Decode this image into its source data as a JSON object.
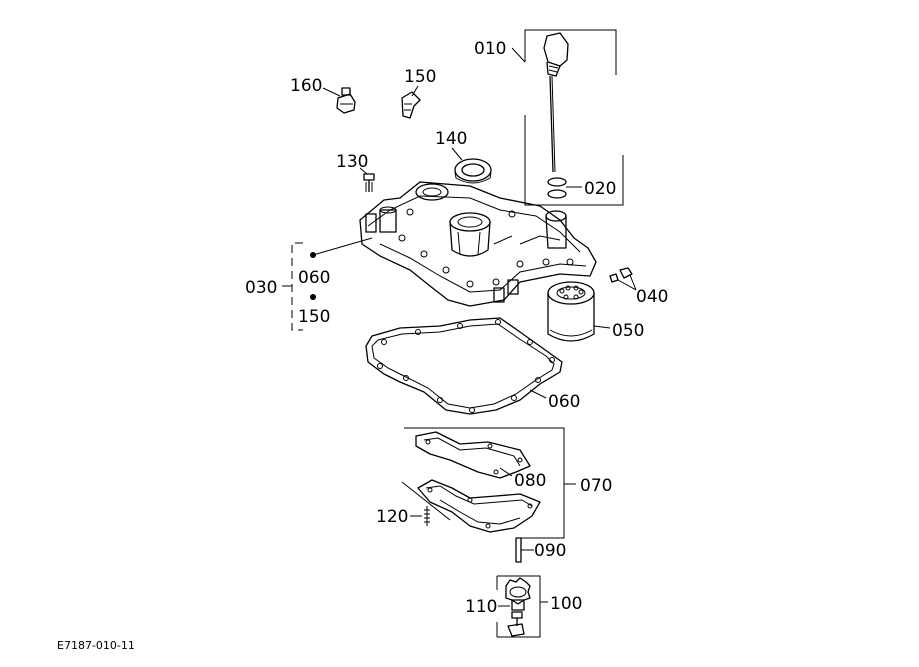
{
  "diagram": {
    "labels": {
      "p010": "010",
      "p020": "020",
      "p030": "030",
      "p040": "040",
      "p050": "050",
      "p060": "060",
      "p060_group": "060",
      "p070": "070",
      "p080": "080",
      "p090": "090",
      "p100": "100",
      "p110": "110",
      "p120": "120",
      "p130": "130",
      "p140": "140",
      "p150": "150",
      "p150_group": "150",
      "p160": "160"
    },
    "figure_code": "E7187-010-11"
  }
}
